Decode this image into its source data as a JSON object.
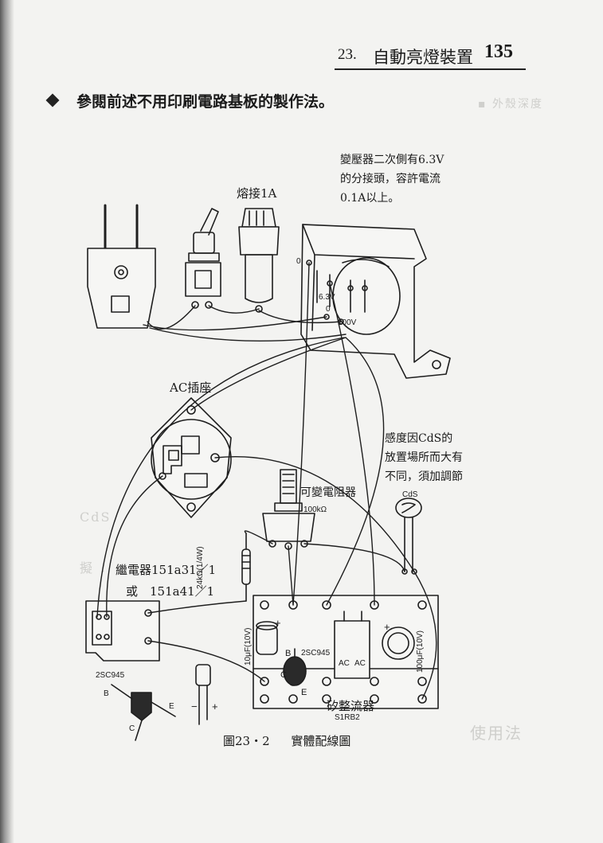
{
  "header": {
    "chapter_num": "23.",
    "chapter_title": "自動亮燈裝置",
    "page_num": "135"
  },
  "intro": "參閱前述不用印刷電路基板的製作法。",
  "labels": {
    "fuse": "熔接1A",
    "transformer_note": [
      "變壓器二次側有6.3V",
      "的分接頭，容許電流",
      "0.1A以上。"
    ],
    "ac_socket": "AC插座",
    "cds_note": [
      "感度因CdS的",
      "放置場所而大有",
      "不同，須加調節"
    ],
    "pot_name": "可變電阻器",
    "pot_value": "100kΩ",
    "cds": "CdS",
    "relay_line1": "繼電器151a31／1",
    "relay_line2": "或　151a41／1",
    "resistor": "24kΩ(1/4W)",
    "cap1": "10μF(10V)",
    "cap2": "100μF(10V)",
    "transistor": "2SC945",
    "transistor_side": "2SC945",
    "rectifier_name": "矽整流器",
    "rectifier_model": "S1RB2",
    "tap_0a": "0",
    "tap_63": "6.3V",
    "tap_0b": "0",
    "tap_100": "100V",
    "pin_b": "B",
    "pin_c": "C",
    "pin_e": "E",
    "side_b": "B",
    "side_c": "C",
    "side_e": "E",
    "ac1": "AC",
    "ac2": "AC",
    "plus1": "+",
    "plus2": "+",
    "plus3": "+",
    "minus": "−"
  },
  "caption": {
    "figure": "圖23・2",
    "title": "實體配線圖"
  }
}
